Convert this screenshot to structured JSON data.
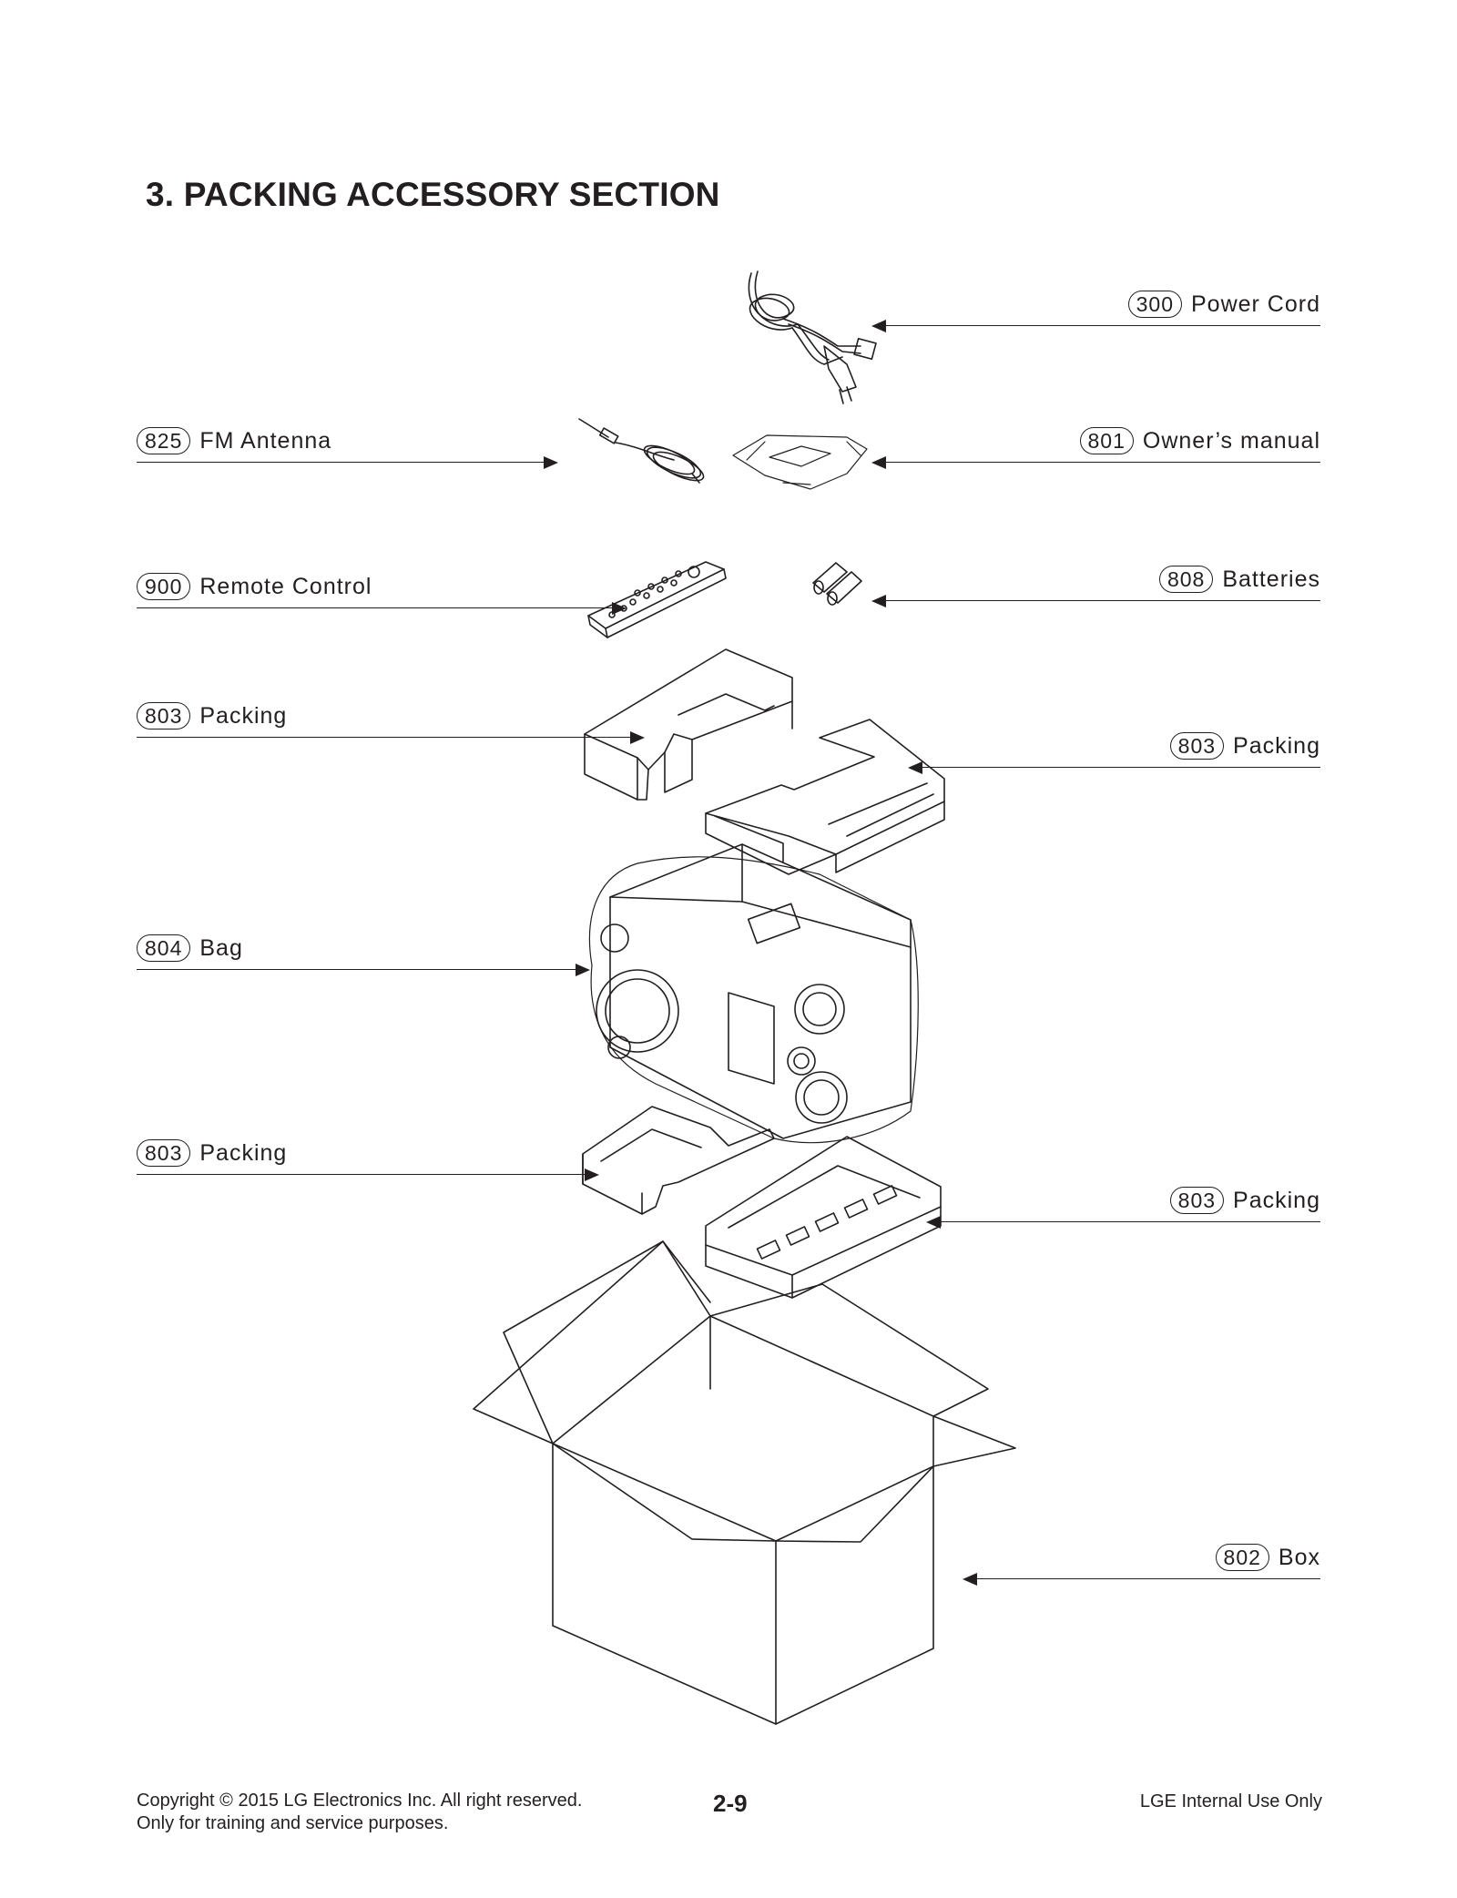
{
  "title": "3. PACKING ACCESSORY SECTION",
  "callouts": {
    "power_cord": {
      "number": "300",
      "label": "Power Cord"
    },
    "fm_antenna": {
      "number": "825",
      "label": "FM Antenna"
    },
    "owners_manual": {
      "number": "801",
      "label": "Owner’s manual"
    },
    "remote_control": {
      "number": "900",
      "label": "Remote Control"
    },
    "batteries": {
      "number": "808",
      "label": "Batteries"
    },
    "packing_top_left": {
      "number": "803",
      "label": "Packing"
    },
    "packing_top_right": {
      "number": "803",
      "label": "Packing"
    },
    "bag": {
      "number": "804",
      "label": "Bag"
    },
    "packing_bottom_left": {
      "number": "803",
      "label": "Packing"
    },
    "packing_bottom_right": {
      "number": "803",
      "label": "Packing"
    },
    "box": {
      "number": "802",
      "label": "Box"
    }
  },
  "footer": {
    "copyright": "Copyright © 2015 LG Electronics Inc. All right reserved.",
    "purpose": "Only for training and service purposes.",
    "page_number": "2-9",
    "internal": "LGE Internal Use Only"
  }
}
